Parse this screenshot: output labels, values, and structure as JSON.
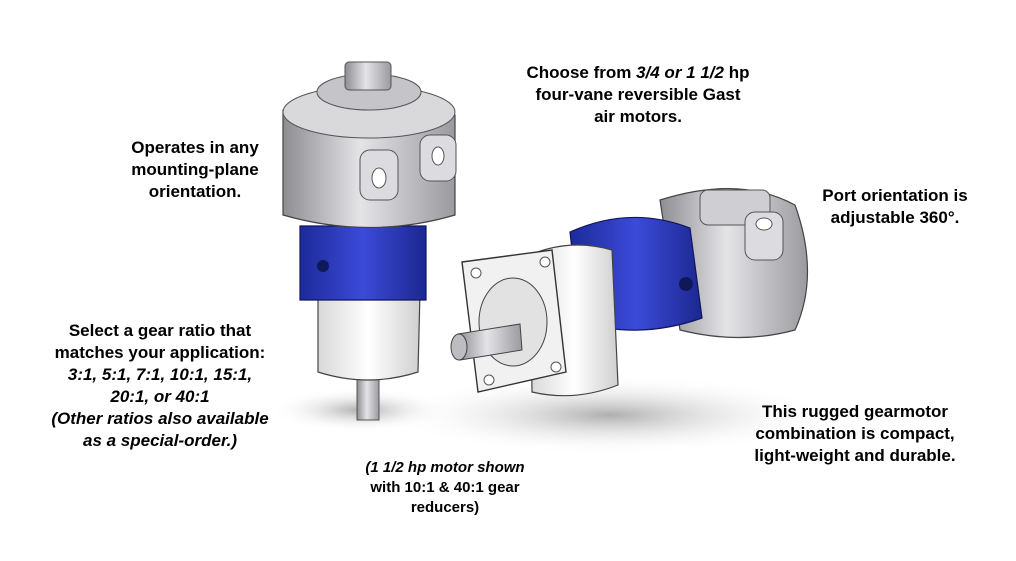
{
  "captions": {
    "motors": {
      "l1_pre": "Choose from ",
      "l1_em": "3/4 or 1 1/2",
      "l1_post": " hp",
      "l2": "four-vane reversible Gast",
      "l3": "air motors."
    },
    "mounting": {
      "l1": "Operates in any",
      "l2": "mounting-plane",
      "l3": "orientation."
    },
    "port": {
      "l1": "Port orientation is",
      "l2": "adjustable 360°."
    },
    "gear_ratio": {
      "l1": "Select a gear ratio that",
      "l2": "matches your application:",
      "l3": "3:1, 5:1, 7:1, 10:1, 15:1,",
      "l4": "20:1, or 40:1",
      "l5": "(Other ratios also available",
      "l6": "as a special-order.)"
    },
    "shown": {
      "l1": "(1 1/2 hp motor shown",
      "l2": "with 10:1 & 40:1 gear",
      "l3": "reducers)"
    },
    "rugged": {
      "l1": "This rugged gearmotor",
      "l2": "combination is compact,",
      "l3": "light-weight and durable."
    }
  },
  "colors": {
    "housing": "#c9c9cd",
    "reducer": "#2b39c4",
    "faceplate": "#f1f1f1",
    "shadow": "#d0d0d0"
  }
}
